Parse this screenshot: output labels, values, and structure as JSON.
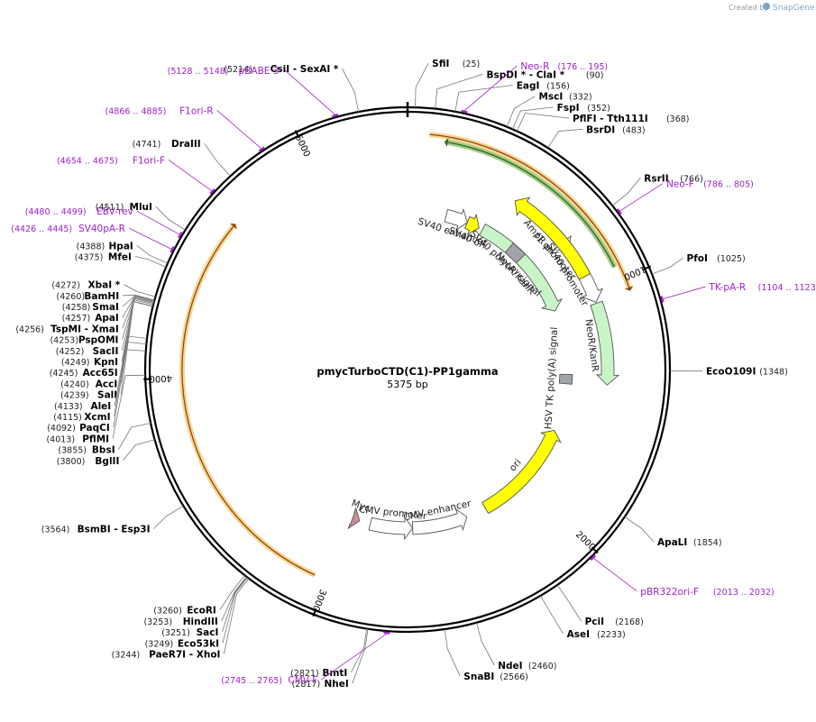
{
  "credit": {
    "prefix": "Created by",
    "brand": "SnapGene"
  },
  "plasmid": {
    "name": "pmycTurboCTD(C1)-PP1gamma",
    "length_label": "5375 bp",
    "length": 5375
  },
  "ticks": [
    {
      "bp": 1000,
      "label": "1000"
    },
    {
      "bp": 2000,
      "label": "2000"
    },
    {
      "bp": 3000,
      "label": "3000"
    },
    {
      "bp": 4000,
      "label": "4000"
    },
    {
      "bp": 5000,
      "label": "5000"
    }
  ],
  "features": [
    {
      "name": "NeoR/KanR",
      "start": 1055,
      "end": 1410,
      "strand": 1,
      "color": "#c8f5c8",
      "ring": 1
    },
    {
      "name": "SV40 promoter",
      "start": 720,
      "end": 1050,
      "strand": 1,
      "color": "#ffffff",
      "ring": 1
    },
    {
      "name": "SV40 enhancer",
      "start": 210,
      "end": 330,
      "strand": 1,
      "color": "#ffffff",
      "ring": 2
    },
    {
      "name": "SV40 ori",
      "start": 330,
      "end": 400,
      "strand": 1,
      "color": "#ffff00",
      "ring": 2
    },
    {
      "name": "NeoR/KanR",
      "start": 420,
      "end": 1020,
      "strand": 1,
      "color": "#c8f5c8",
      "ring": 2
    },
    {
      "name": "AmpR promoter",
      "start": 690,
      "end": 800,
      "strand": 1,
      "color": "#ffffff",
      "ring": 1
    },
    {
      "name": "f1 ori",
      "start": 485,
      "end": 930,
      "strand": -1,
      "color": "#ffff00",
      "ring": 1
    },
    {
      "name": "SV40 poly(A) signal",
      "start": 595,
      "end": 680,
      "strand": 0,
      "color": "#a0a4aa",
      "ring": 2
    },
    {
      "name": "HSV TK poly(A) signal",
      "start": 1370,
      "end": 1420,
      "strand": 0,
      "color": "#a0a4aa",
      "ring": 2
    },
    {
      "name": "ori",
      "start": 1680,
      "end": 2250,
      "strand": -1,
      "color": "#ffff00",
      "ring": 2
    },
    {
      "name": "CMV enhancer",
      "start": 2360,
      "end": 2660,
      "strand": -1,
      "color": "#ffffff",
      "ring": 2
    },
    {
      "name": "CMV promoter",
      "start": 2660,
      "end": 2890,
      "strand": -1,
      "color": "#ffffff",
      "ring": 2
    },
    {
      "name": "Myc",
      "start": 2950,
      "end": 2990,
      "strand": -1,
      "color": "#c9909a",
      "ring": 2
    }
  ],
  "sites": [
    {
      "name": "SfiI",
      "pos_label": "(25)",
      "bp": 25
    },
    {
      "name": "BspDI * - ClaI *",
      "pos_label": "(90)",
      "bp": 90
    },
    {
      "name": "EagI",
      "pos_label": "(156)",
      "bp": 156
    },
    {
      "name": "MscI",
      "pos_label": "(332)",
      "bp": 332
    },
    {
      "name": "FspI",
      "pos_label": "(352)",
      "bp": 352
    },
    {
      "name": "PflFI - Tth111I",
      "pos_label": "(368)",
      "bp": 368
    },
    {
      "name": "BsrDI",
      "pos_label": "(483)",
      "bp": 483
    },
    {
      "name": "RsrII",
      "pos_label": "(766)",
      "bp": 766
    },
    {
      "name": "PfoI",
      "pos_label": "(1025)",
      "bp": 1025
    },
    {
      "name": "EcoO109I",
      "pos_label": "(1348)",
      "bp": 1348
    },
    {
      "name": "ApaLI",
      "pos_label": "(1854)",
      "bp": 1854
    },
    {
      "name": "PciI",
      "pos_label": "(2168)",
      "bp": 2168
    },
    {
      "name": "AseI",
      "pos_label": "(2233)",
      "bp": 2233
    },
    {
      "name": "NdeI",
      "pos_label": "(2460)",
      "bp": 2460
    },
    {
      "name": "SnaBI",
      "pos_label": "(2566)",
      "bp": 2566
    },
    {
      "name": "NheI",
      "pos_label": "(2817)",
      "bp": 2817
    },
    {
      "name": "BmtI",
      "pos_label": "(2821)",
      "bp": 2821
    },
    {
      "name": "PaeR7I - XhoI",
      "pos_label": "(3244)",
      "bp": 3244
    },
    {
      "name": "Eco53kI",
      "pos_label": "(3249)",
      "bp": 3249
    },
    {
      "name": "SacI",
      "pos_label": "(3251)",
      "bp": 3251
    },
    {
      "name": "HindIII",
      "pos_label": "(3253)",
      "bp": 3253
    },
    {
      "name": "EcoRI",
      "pos_label": "(3260)",
      "bp": 3260
    },
    {
      "name": "BsmBI - Esp3I",
      "pos_label": "(3564)",
      "bp": 3564
    },
    {
      "name": "BglII",
      "pos_label": "(3800)",
      "bp": 3800
    },
    {
      "name": "BbsI",
      "pos_label": "(3855)",
      "bp": 3855
    },
    {
      "name": "PflMI",
      "pos_label": "(4013)",
      "bp": 4013
    },
    {
      "name": "PaqCI",
      "pos_label": "(4092)",
      "bp": 4092
    },
    {
      "name": "XcmI",
      "pos_label": "(4115)",
      "bp": 4115
    },
    {
      "name": "AleI",
      "pos_label": "(4133)",
      "bp": 4133
    },
    {
      "name": "SalI",
      "pos_label": "(4239)",
      "bp": 4239
    },
    {
      "name": "AccI",
      "pos_label": "(4240)",
      "bp": 4240
    },
    {
      "name": "Acc65I",
      "pos_label": "(4245)",
      "bp": 4245
    },
    {
      "name": "KpnI",
      "pos_label": "(4249)",
      "bp": 4249
    },
    {
      "name": "SacII",
      "pos_label": "(4252)",
      "bp": 4252
    },
    {
      "name": "PspOMI",
      "pos_label": "(4253)",
      "bp": 4253
    },
    {
      "name": "TspMI - XmaI",
      "pos_label": "(4256)",
      "bp": 4256
    },
    {
      "name": "ApaI",
      "pos_label": "(4257)",
      "bp": 4257
    },
    {
      "name": "SmaI",
      "pos_label": "(4258)",
      "bp": 4258
    },
    {
      "name": "BamHI",
      "pos_label": "(4260)",
      "bp": 4260
    },
    {
      "name": "XbaI *",
      "pos_label": "(4272)",
      "bp": 4272
    },
    {
      "name": "MfeI",
      "pos_label": "(4375)",
      "bp": 4375
    },
    {
      "name": "HpaI",
      "pos_label": "(4388)",
      "bp": 4388
    },
    {
      "name": "MluI",
      "pos_label": "(4511)",
      "bp": 4511
    },
    {
      "name": "DraIII",
      "pos_label": "(4741)",
      "bp": 4741
    },
    {
      "name": "CsiI - SexAI *",
      "pos_label": "(5214)",
      "bp": 5214
    }
  ],
  "primers": [
    {
      "name": "Neo-R",
      "range_label": "(176 .. 195)",
      "bp": 185
    },
    {
      "name": "Neo-F",
      "range_label": "(786 .. 805)",
      "bp": 795
    },
    {
      "name": "TK-pA-R",
      "range_label": "(1104 .. 1123)",
      "bp": 1113
    },
    {
      "name": "pBR322ori-F",
      "range_label": "(2013 .. 2032)",
      "bp": 2022
    },
    {
      "name": "CMV-F",
      "range_label": "(2745 .. 2765)",
      "bp": 2755
    },
    {
      "name": "SV40pA-R",
      "range_label": "(4426 .. 4445)",
      "bp": 4435
    },
    {
      "name": "EBV-rev",
      "range_label": "(4480 .. 4499)",
      "bp": 4489
    },
    {
      "name": "F1ori-F",
      "range_label": "(4654 .. 4675)",
      "bp": 4664
    },
    {
      "name": "F1ori-R",
      "range_label": "(4866 .. 4885)",
      "bp": 4875
    },
    {
      "name": "pBABE 3'",
      "range_label": "(5128 .. 5148)",
      "bp": 5138
    }
  ],
  "orfs": [
    {
      "start": 80,
      "end": 1040,
      "direction": 1,
      "color": "#f5b041"
    },
    {
      "start": 150,
      "end": 950,
      "direction": -1,
      "color": "#5aa02c"
    },
    {
      "start": 3050,
      "end": 4620,
      "direction": 1,
      "color": "#f5b041"
    }
  ]
}
